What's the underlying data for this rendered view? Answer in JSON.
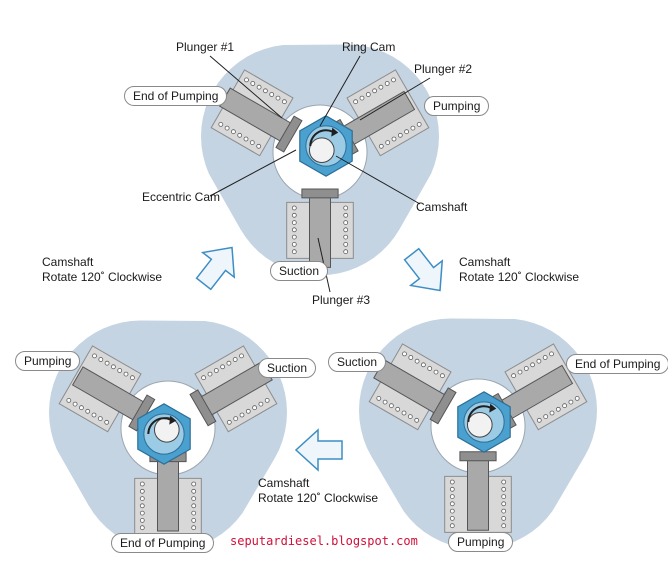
{
  "diagram": {
    "colors": {
      "housing": "#c4d4e2",
      "plunger": "#a9a9a9",
      "spring": "#d8d8d8",
      "cam": "#4aa0cf",
      "arrow_fill": "#eef5fb",
      "arrow_stroke": "#3d8ec4"
    },
    "top": {
      "plunger1": "Plunger #1",
      "ring_cam": "Ring Cam",
      "plunger2": "Plunger #2",
      "plunger3": "Plunger #3",
      "eccentric_cam": "Eccentric Cam",
      "camshaft": "Camshaft",
      "status_left": "End of Pumping",
      "status_right": "Pumping",
      "status_bottom": "Suction"
    },
    "bottom_left": {
      "status_left": "Pumping",
      "status_right": "Suction",
      "status_bottom": "End of Pumping"
    },
    "bottom_right": {
      "status_left": "Suction",
      "status_right": "End of Pumping",
      "status_bottom": "Pumping"
    },
    "rotation_notes": {
      "left_line1": "Camshaft",
      "left_line2": "Rotate 120˚ Clockwise",
      "right_line1": "Camshaft",
      "right_line2": "Rotate 120˚ Clockwise",
      "bottom_line1": "Camshaft",
      "bottom_line2": "Rotate 120˚ Clockwise"
    },
    "credit": "seputardiesel.blogspot.com"
  }
}
